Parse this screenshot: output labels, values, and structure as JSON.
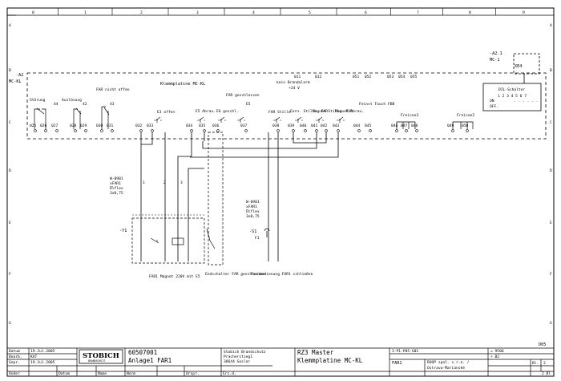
{
  "columns": [
    "0",
    "1",
    "2",
    "3",
    "4",
    "5",
    "6",
    "7",
    "8",
    "9"
  ],
  "rows": [
    "A",
    "B",
    "C",
    "D",
    "E",
    "F",
    "G"
  ],
  "board": {
    "tag": "-A2",
    "subtag": "MC-KL",
    "title": "Klemmplatine MC-KL"
  },
  "module": {
    "tag": "-A2.1",
    "subtag": "MC-1",
    "connector": "XE4"
  },
  "feed": {
    "label1": "kein Brandalarm",
    "label2": "+24 V",
    "t1": "011",
    "t2": "012"
  },
  "top_terminals": [
    "051",
    "052",
    "053",
    "054",
    "055"
  ],
  "groups": [
    {
      "label": "Störung",
      "contact": "44",
      "terms": [
        "025",
        "026",
        "027"
      ]
    },
    {
      "label": "Auslösung",
      "contact": "42",
      "terms": [
        "028",
        "029"
      ]
    },
    {
      "label": "FAR nicht offen",
      "contact": "43",
      "terms": [
        "030",
        "031"
      ]
    },
    {
      "label": "E3 offen",
      "contact": "",
      "terms": [
        "032",
        "033"
      ]
    },
    {
      "label": "E5 Abrau.",
      "contact": "",
      "terms": [
        "034",
        "035"
      ]
    },
    {
      "label": "E6 geschl.",
      "contact": "",
      "terms": [
        "035",
        "036"
      ]
    },
    {
      "label": "FAR geschlossen",
      "contact": "E5",
      "terms": [
        "037"
      ]
    },
    {
      "label": "FAR Stille.",
      "contact": "",
      "terms": [
        "037",
        "038"
      ]
    },
    {
      "label": "Fern. Stille. FAR",
      "contact": "",
      "terms": [
        "039",
        "040"
      ]
    },
    {
      "label": "Magnet Stille. FAR",
      "contact": "",
      "terms": [
        "041"
      ]
    },
    {
      "label": "Magnet Abrau.",
      "contact": "",
      "terms": [
        "042",
        "043"
      ]
    },
    {
      "label": "Feinst Touch FBB",
      "contact": "",
      "terms": [
        "044",
        "045"
      ]
    },
    {
      "label": "Freicon3",
      "contact": "",
      "terms": [
        "046",
        "047",
        "048"
      ]
    },
    {
      "label": "Freicon2",
      "contact": "",
      "terms": [
        "049",
        "050"
      ]
    }
  ],
  "dil": {
    "title": "DIL-Schalter",
    "nums": "1 2 3 4 5 6 7",
    "on": "ON",
    "off": "OFF."
  },
  "cable1": {
    "lines": [
      "W-8901",
      "xFAR1",
      "Ölflex",
      "3x0,75"
    ],
    "cores": [
      "1",
      "2",
      "3"
    ]
  },
  "cable2": {
    "lines": [
      "W-8901",
      "xFAR1",
      "Ölflex",
      "3x0,75"
    ]
  },
  "dev_y1": {
    "tag": "-Y1",
    "caption": "FAR1 Magnet 220V mit E5"
  },
  "dev_s1": {
    "tag": "-S1",
    "sub": "F1",
    "caption": "Fernbedienung FAR1 schließen"
  },
  "endschalter": {
    "caption": "Endschalter FAR geschlossen"
  },
  "sheet_id": "D05",
  "titleblock": {
    "left_rows": [
      [
        "Datum",
        "19.Jul.2005"
      ],
      [
        "Bearb.",
        "KAT"
      ],
      [
        "Gepr.",
        "19.Jul.2005"
      ]
    ],
    "bottom": [
      "Änder",
      "Datum",
      "Name",
      "Norm",
      "Urspr.",
      "Ers.d."
    ],
    "logo": "STOBICH",
    "logo_sub": "BRANDSCHUTZ",
    "project": "60507001",
    "plant": "Anlage1 FAR1",
    "company": [
      "Stobich Brandschutz",
      "Pracherstieg1",
      "38644 Goslar"
    ],
    "doc_title": "RZ3 Master",
    "doc_sub": "Klemmplatine MC-KL",
    "code": "3-P1-P05-G01",
    "part": "FAR1",
    "client": [
      "ROOP spol. s.r.o. /",
      "Ostrava-Mariánské"
    ],
    "ref1": "= 9506",
    "ref2": "+ B2",
    "sheet_label": "Bl.",
    "sheet_no": "2",
    "sheets_total": "2 Bl"
  }
}
